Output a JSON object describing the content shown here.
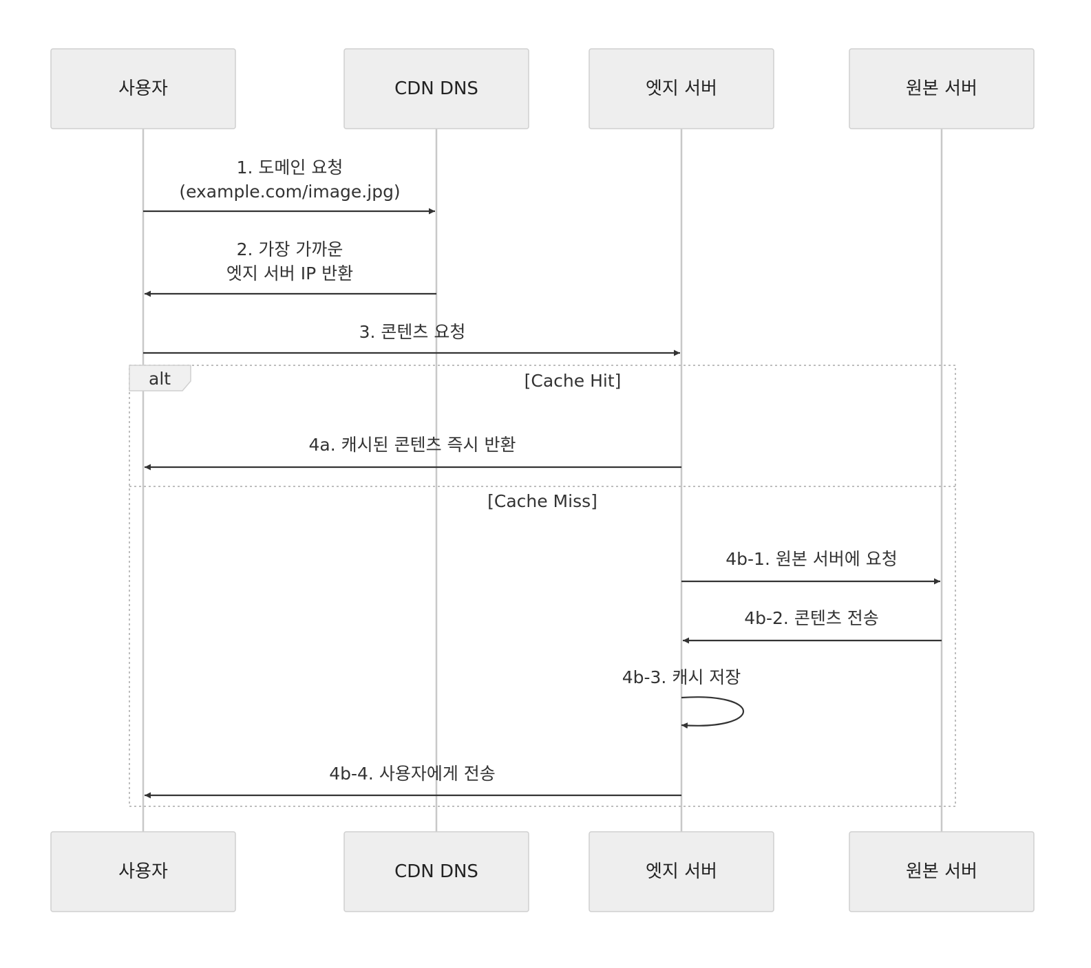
{
  "participants": [
    {
      "id": "user",
      "label": "사용자"
    },
    {
      "id": "dns",
      "label": "CDN DNS"
    },
    {
      "id": "edge",
      "label": "엣지 서버"
    },
    {
      "id": "origin",
      "label": "원본 서버"
    }
  ],
  "messages": [
    {
      "from": "user",
      "to": "dns",
      "lines": [
        "1. 도메인 요청",
        "(example.com/image.jpg)"
      ]
    },
    {
      "from": "dns",
      "to": "user",
      "lines": [
        "2. 가장 가까운",
        "엣지 서버 IP 반환"
      ]
    },
    {
      "from": "user",
      "to": "edge",
      "lines": [
        "3. 콘텐츠 요청"
      ]
    },
    {
      "from": "edge",
      "to": "user",
      "lines": [
        "4a. 캐시된 콘텐츠 즉시 반환"
      ]
    },
    {
      "from": "edge",
      "to": "origin",
      "lines": [
        "4b-1. 원본 서버에 요청"
      ]
    },
    {
      "from": "origin",
      "to": "edge",
      "lines": [
        "4b-2. 콘텐츠 전송"
      ]
    },
    {
      "from": "edge",
      "to": "edge",
      "lines": [
        "4b-3. 캐시 저장"
      ]
    },
    {
      "from": "edge",
      "to": "user",
      "lines": [
        "4b-4. 사용자에게 전송"
      ]
    }
  ],
  "alt_frame": {
    "label": "alt",
    "conditions": [
      "[Cache Hit]",
      "[Cache Miss]"
    ]
  },
  "colors": {
    "actor_fill": "#eeeeee",
    "actor_stroke": "#cfcfcf",
    "lifeline": "#c8c8c8",
    "message": "#333333"
  }
}
